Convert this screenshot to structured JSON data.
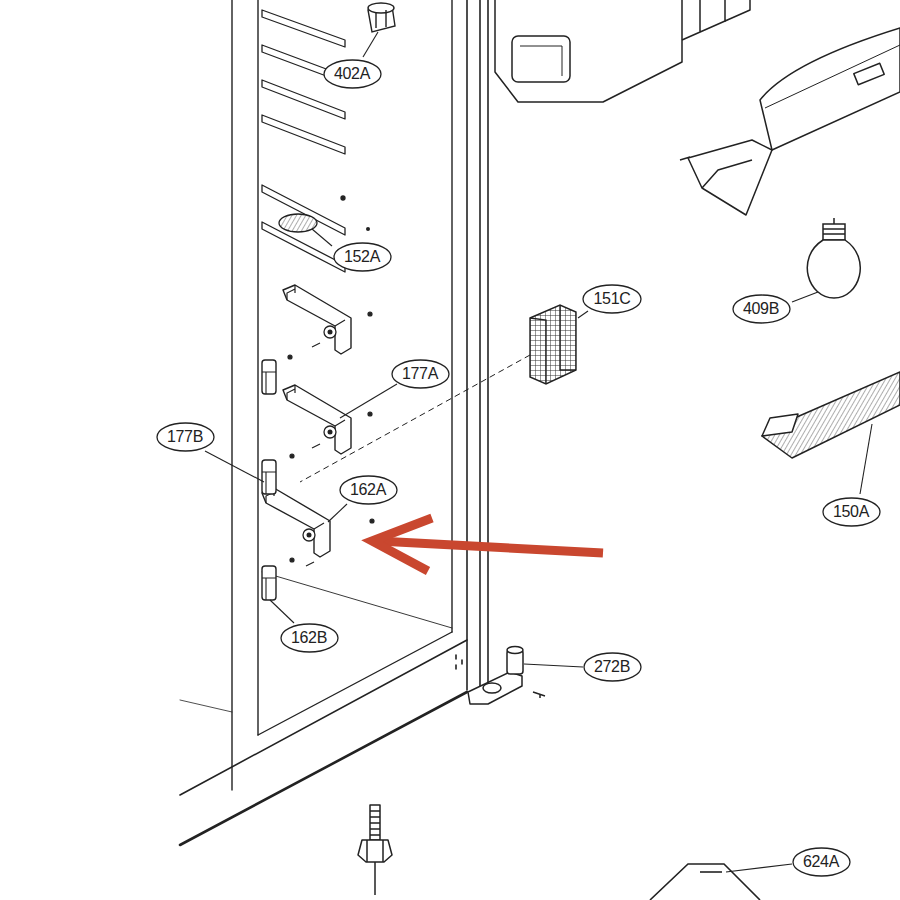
{
  "diagram": {
    "nodes": [
      {
        "text": [
          "402A"
        ]
      },
      {
        "text": [
          "152A"
        ]
      },
      {
        "text": [
          "151C"
        ]
      },
      {
        "text": [
          "409B"
        ]
      },
      {
        "text": [
          "177A"
        ]
      },
      {
        "text": [
          "177B"
        ]
      },
      {
        "text": [
          "162A"
        ]
      },
      {
        "text": [
          "150A"
        ]
      },
      {
        "text": [
          "162B"
        ]
      },
      {
        "text": [
          "272B"
        ]
      },
      {
        "text": [
          "624A"
        ]
      }
    ]
  }
}
